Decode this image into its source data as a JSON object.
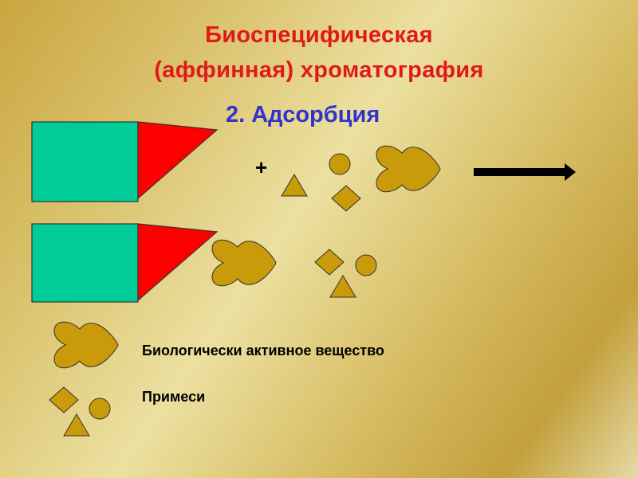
{
  "slide": {
    "title_line1": "Биоспецифическая",
    "title_line2": "(аффинная) хроматография",
    "subtitle": "2. Адсорбция",
    "plus": "+",
    "legend": {
      "active_substance": "Биологически активное вещество",
      "impurities": "Примеси"
    }
  },
  "colors": {
    "title": "#e01a1a",
    "subtitle": "#3333cc",
    "matrix": "#00cc99",
    "ligand": "#ff0000",
    "molecule": "#c99a0a",
    "outline": "#333333"
  }
}
